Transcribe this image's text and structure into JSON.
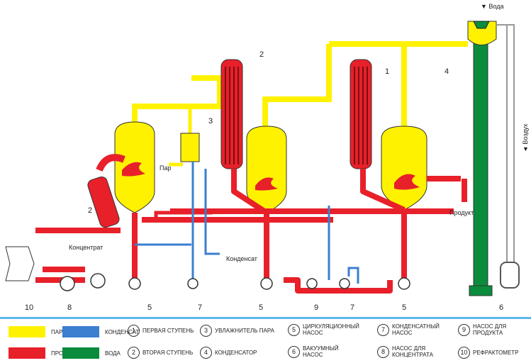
{
  "labels": {
    "water_top": "▼ Вода",
    "air": "◄ Воздух",
    "steam": "Пар",
    "product": "Продукт",
    "concentrate": "Концентрат",
    "condensate": "Конденсат"
  },
  "numbers": {
    "n1": "1",
    "n2a": "2",
    "n2b": "2",
    "n3": "3",
    "n4": "4",
    "n5a": "5",
    "n5b": "5",
    "n5c": "5",
    "n6": "6",
    "n7a": "7",
    "n7b": "7",
    "n8": "8",
    "n9": "9",
    "n10": "10"
  },
  "legend": {
    "colors": [
      {
        "label": "ПАР",
        "color": "#fff200"
      },
      {
        "label": "КОНДЕНСАТ",
        "color": "#3a7fd0"
      },
      {
        "label": "ПРОДУКТ",
        "color": "#e8202a"
      },
      {
        "label": "ВОДА",
        "color": "#0a8c3c"
      }
    ],
    "items": [
      {
        "num": "1",
        "label": "ПЕРВАЯ СТУПЕНЬ"
      },
      {
        "num": "2",
        "label": "ВТОРАЯ СТУПЕНЬ"
      },
      {
        "num": "3",
        "label": "УВЛАЖНИТЕЛЬ ПАРА"
      },
      {
        "num": "4",
        "label": "КОНДЕНСАТОР"
      },
      {
        "num": "5",
        "label": "ЦИРКУЛЯЦИОННЫЙ НАСОС"
      },
      {
        "num": "6",
        "label": "ВАКУУМНЫЙ НАСОС"
      },
      {
        "num": "7",
        "label": "КОНДЕНСАТНЫЙ НАСОС"
      },
      {
        "num": "8",
        "label": "НАСОС ДЛЯ КОНЦЕНТРАТА"
      },
      {
        "num": "9",
        "label": "НАСОС ДЛЯ ПРОДУКТА"
      },
      {
        "num": "10",
        "label": "РЕФРАКТОМЕТР"
      }
    ]
  }
}
